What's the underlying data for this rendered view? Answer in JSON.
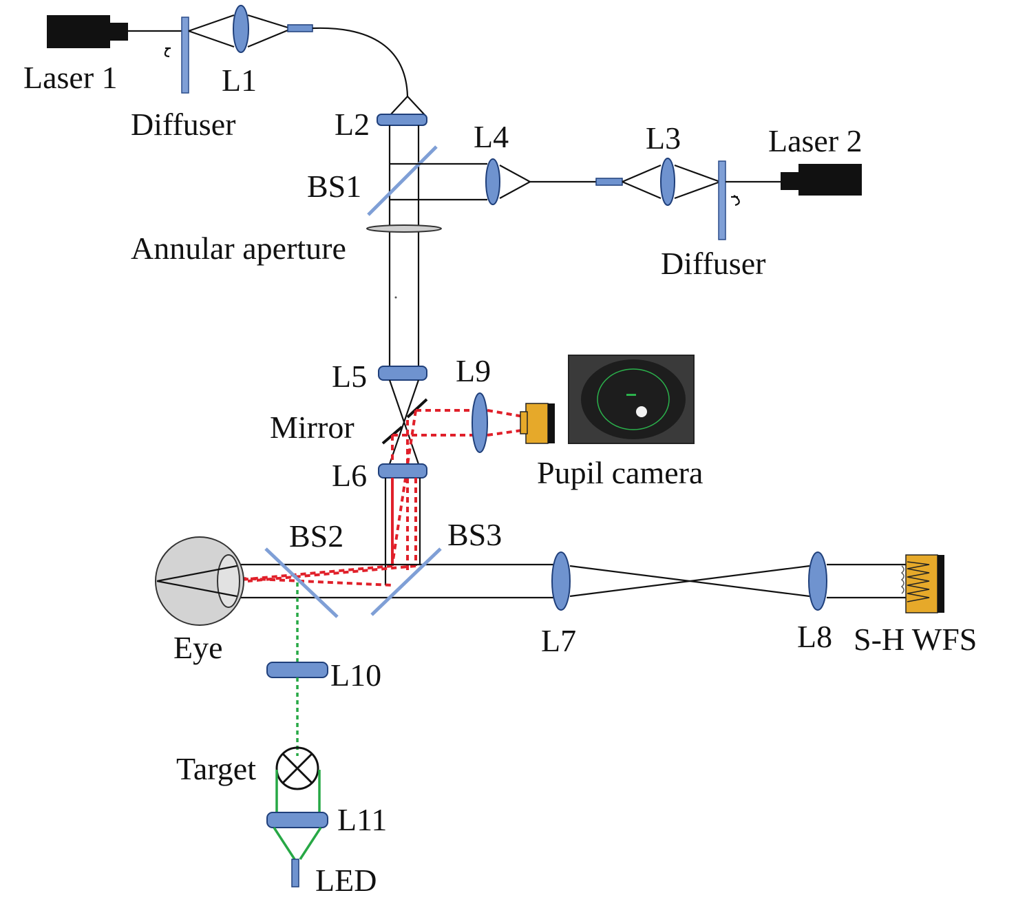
{
  "labels": {
    "laser1": "Laser 1",
    "l1": "L1",
    "diffuser1": "Diffuser",
    "l2": "L2",
    "l4": "L4",
    "l3": "L3",
    "laser2": "Laser 2",
    "bs1": "BS1",
    "annular_aperture": "Annular aperture",
    "diffuser2": "Diffuser",
    "l5": "L5",
    "l9": "L9",
    "mirror": "Mirror",
    "pupil_camera": "Pupil camera",
    "l6": "L6",
    "bs2": "BS2",
    "bs3": "BS3",
    "eye": "Eye",
    "l7": "L7",
    "l8": "L8",
    "sh_wfs": "S-H WFS",
    "l10": "L10",
    "target": "Target",
    "l11": "L11",
    "led": "LED"
  },
  "colors": {
    "lens_fill": "#6f93cf",
    "beamsplitter": "#7f9fd6",
    "pupil_light_path": "#e0202a",
    "fixation_light_path": "#27a845",
    "camera_body": "#e6a92a",
    "laser_body": "#111111"
  }
}
